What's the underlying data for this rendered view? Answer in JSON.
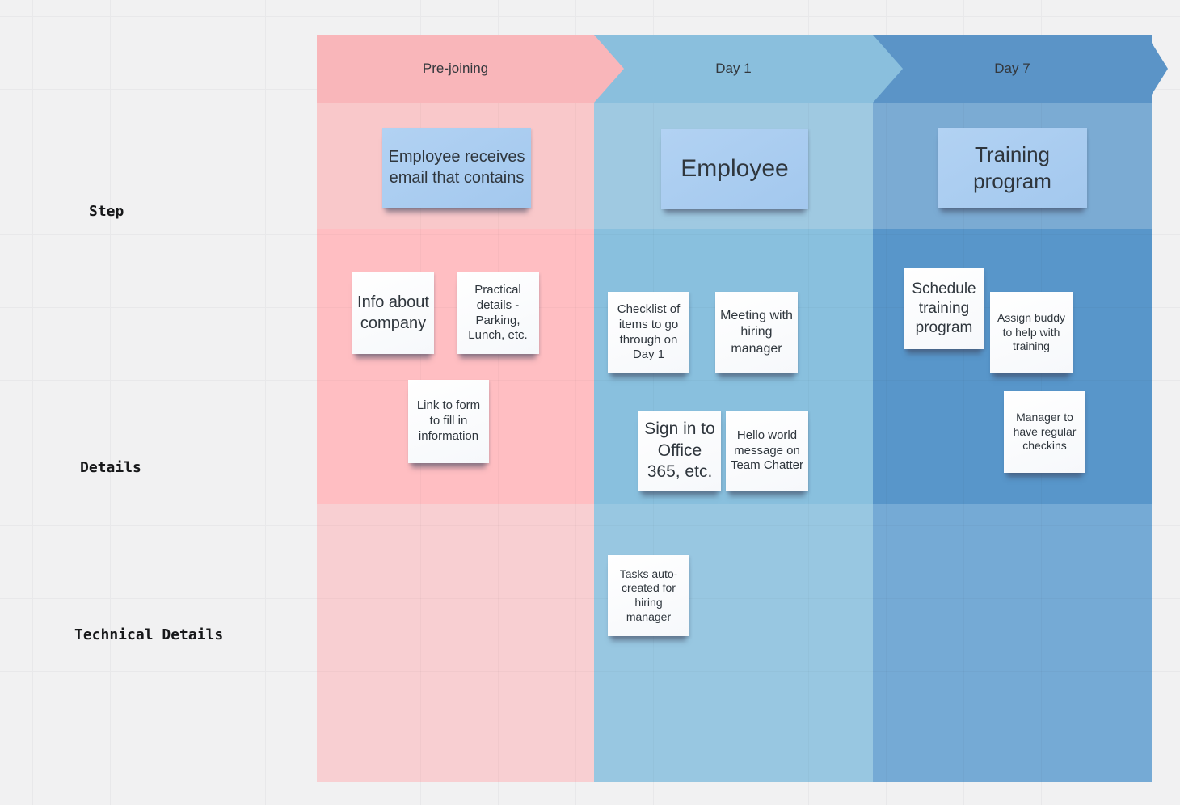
{
  "row_labels": [
    {
      "label": "Step"
    },
    {
      "label": "Details"
    },
    {
      "label": "Technical Details"
    }
  ],
  "phases": [
    {
      "label": "Pre-joining"
    },
    {
      "label": "Day 1"
    },
    {
      "label": "Day 7"
    }
  ],
  "notes": [
    {
      "id": "employee-receives-email",
      "phase": "Pre-joining",
      "row": "Step",
      "color": "blue",
      "text": "Employee receives email that contains"
    },
    {
      "id": "employee",
      "phase": "Day 1",
      "row": "Step",
      "color": "blue",
      "text": "Employee"
    },
    {
      "id": "training-program",
      "phase": "Day 7",
      "row": "Step",
      "color": "blue",
      "text": "Training program"
    },
    {
      "id": "info-about-company",
      "phase": "Pre-joining",
      "row": "Details",
      "color": "white",
      "text": "Info about company"
    },
    {
      "id": "practical-details",
      "phase": "Pre-joining",
      "row": "Details",
      "color": "white",
      "text": "Practical details - Parking, Lunch, etc."
    },
    {
      "id": "link-to-form",
      "phase": "Pre-joining",
      "row": "Details",
      "color": "white",
      "text": "Link to form to fill in information"
    },
    {
      "id": "checklist-day1",
      "phase": "Day 1",
      "row": "Details",
      "color": "white",
      "text": "Checklist of items to go through on Day 1"
    },
    {
      "id": "meeting-hiring-manager",
      "phase": "Day 1",
      "row": "Details",
      "color": "white",
      "text": "Meeting with hiring manager"
    },
    {
      "id": "sign-in-office-365",
      "phase": "Day 1",
      "row": "Details",
      "color": "white",
      "text": "Sign in to Office 365, etc."
    },
    {
      "id": "hello-world-chatter",
      "phase": "Day 1",
      "row": "Details",
      "color": "white",
      "text": "Hello world message on Team Chatter"
    },
    {
      "id": "schedule-training-program",
      "phase": "Day 7",
      "row": "Details",
      "color": "white",
      "text": "Schedule training program"
    },
    {
      "id": "assign-buddy",
      "phase": "Day 7",
      "row": "Details",
      "color": "white",
      "text": "Assign buddy to help with training"
    },
    {
      "id": "manager-checkins",
      "phase": "Day 7",
      "row": "Details",
      "color": "white",
      "text": "Manager to have regular checkins"
    },
    {
      "id": "tasks-auto-created",
      "phase": "Day 1",
      "row": "Technical Details",
      "color": "white",
      "text": "Tasks auto-created for hiring manager"
    }
  ],
  "colors": {
    "canvas_bg": "#f1f1f2",
    "grid_line": "#e8e8ea",
    "prejoining_header": "#f9b6ba",
    "prejoining_step_band": "#f9c8ca",
    "prejoining_details_band": "#ffbec2",
    "prejoining_technical_band": "#f8cfd2",
    "day1_header": "#8abfdd",
    "day1_step_band": "#9fc9e1",
    "day1_details_band": "#89c0de",
    "day1_technical_band": "#98c7e1",
    "day7_header": "#5b94c7",
    "day7_step_band": "#7babd3",
    "day7_details_band": "#5896ca",
    "day7_technical_band": "#75aad5",
    "blue_note": "#a8cbf0",
    "white_note": "#fbfcfd",
    "note_text": "#2f363d"
  }
}
